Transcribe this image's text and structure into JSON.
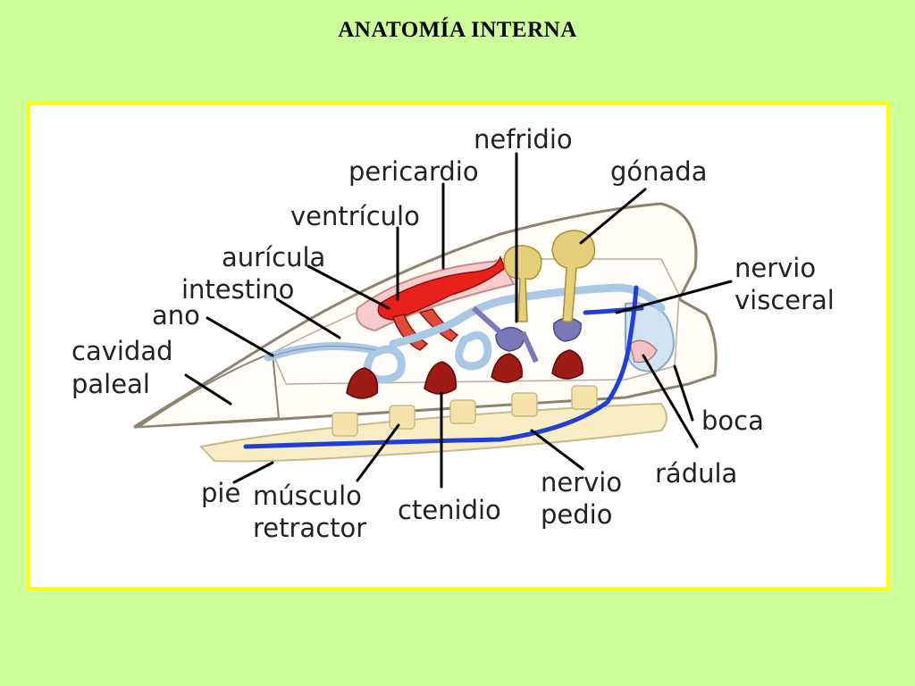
{
  "title": "ANATOMÍA INTERNA",
  "labels": {
    "nefridio": "nefridio",
    "pericardio": "pericardio",
    "gonada": "gónada",
    "ventriculo": "ventrículo",
    "auricula": "aurícula",
    "intestino": "intestino",
    "ano": "ano",
    "cavidad": "cavidad",
    "paleal": "paleal",
    "nervio_visceral_1": "nervio",
    "nervio_visceral_2": "visceral",
    "boca": "boca",
    "radula": "rádula",
    "pie": "pie",
    "musculo": "músculo",
    "retractor": "retractor",
    "ctenidio": "ctenidio",
    "nervio_pedio_1": "nervio",
    "nervio_pedio_2": "pedio"
  },
  "colors": {
    "background": "#ccff99",
    "frame_border": "#ffff00",
    "heart": "#e8201a",
    "gills": "#9e1a14",
    "nerve": "#1f3fd8",
    "gonad": "#e6cf7a",
    "intestine": "#a9c8e6",
    "nephridium": "#7a78b8",
    "foot": "#f8edc4"
  }
}
